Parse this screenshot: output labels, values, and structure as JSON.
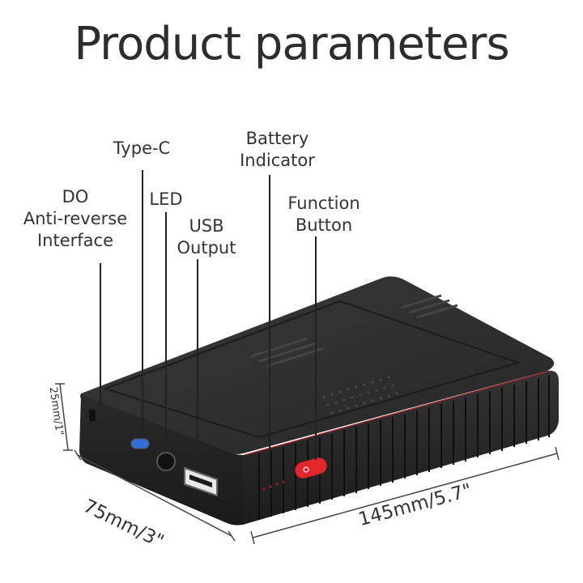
{
  "title": "Product parameters",
  "labels": {
    "do_interface": [
      "DO",
      "Anti-reverse",
      "Interface"
    ],
    "type_c": [
      "Type-C"
    ],
    "led": [
      "LED"
    ],
    "usb_output": [
      "USB",
      "Output"
    ],
    "battery_indicator": [
      "Battery",
      "Indicator"
    ],
    "function_button": [
      "Function",
      "Button"
    ]
  },
  "dimensions": {
    "height": "25mm/1\"",
    "width": "75mm/3\"",
    "length": "145mm/5.7\""
  },
  "colors": {
    "body": "#2b2b2b",
    "accent_red": "#e3262b",
    "typec_blue": "#2f6fd6"
  }
}
